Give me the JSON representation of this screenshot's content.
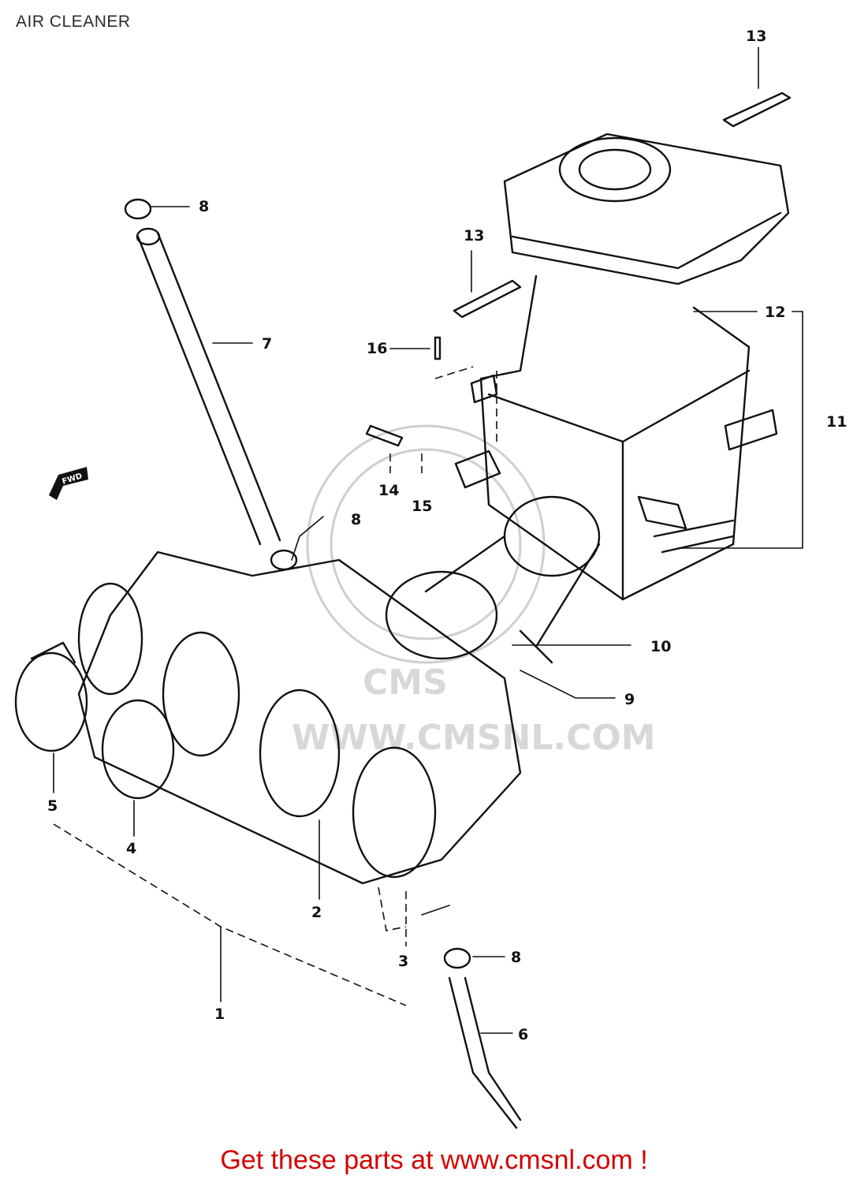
{
  "page": {
    "title": "AIR CLEANER"
  },
  "labels": {
    "l1": "1",
    "l2": "2",
    "l3": "3",
    "l4": "4",
    "l5": "5",
    "l6": "6",
    "l7": "7",
    "l8a": "8",
    "l8b": "8",
    "l8c": "8",
    "l9": "9",
    "l10": "10",
    "l11": "11",
    "l12": "12",
    "l13a": "13",
    "l13b": "13",
    "l14": "14",
    "l15": "15",
    "l16": "16"
  },
  "watermark": {
    "text": "WWW.CMSNL.COM",
    "logo": "CMS"
  },
  "fwd": "FWD",
  "footer": {
    "text": "Get these parts at www.cmsnl.com !"
  },
  "colors": {
    "footer": "#d40000",
    "title": "#2b2b2b"
  }
}
